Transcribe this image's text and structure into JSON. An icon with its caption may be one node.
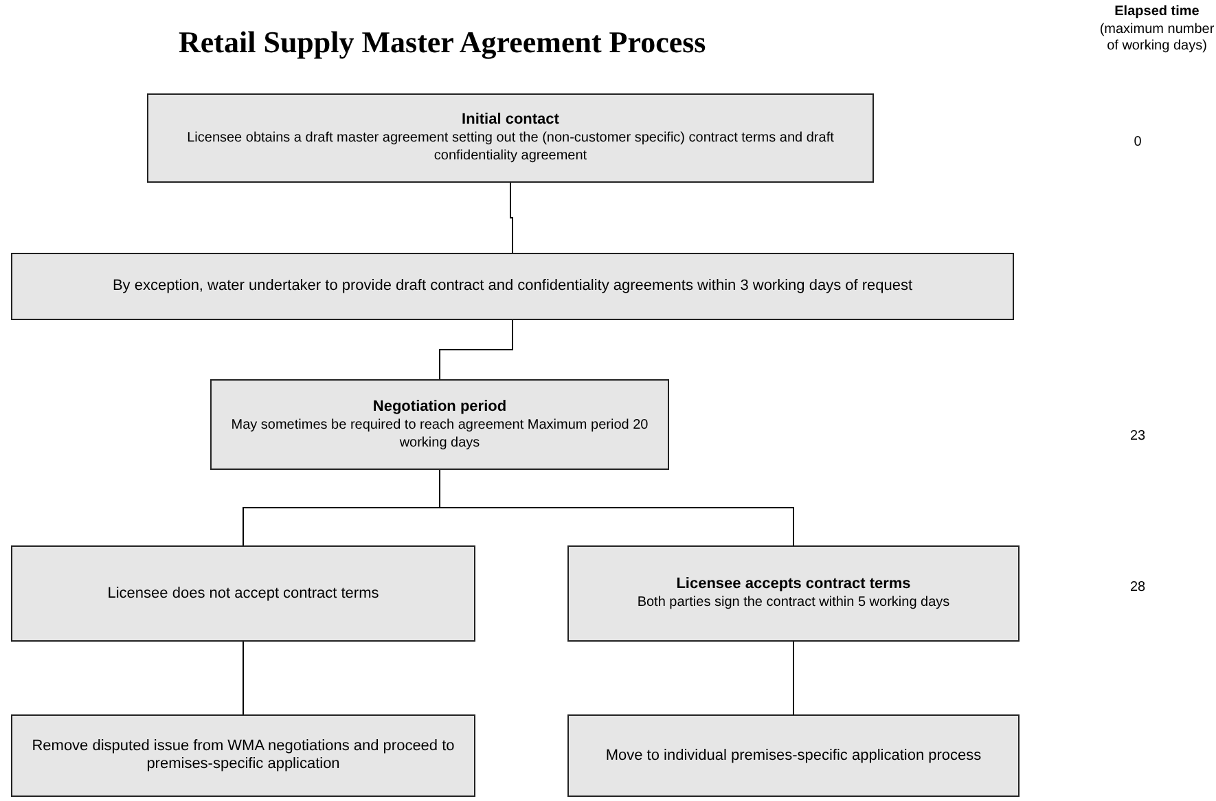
{
  "diagram": {
    "title": "Retail Supply Master Agreement Process",
    "nodes": [
      {
        "text": [
          "Initial contact",
          "Licensee obtains a draft master agreement setting out the (non-customer specific) contract terms and draft confidentiality agreement"
        ]
      },
      {
        "text": [
          "By exception, water undertaker to provide draft contract and confidentiality agreements within 3 working days of request"
        ]
      },
      {
        "text": [
          "Negotiation period",
          "May sometimes be required to reach agreement Maximum period 20 working days"
        ]
      },
      {
        "text": [
          "Licensee does not accept contract terms"
        ]
      },
      {
        "text": [
          "Licensee accepts contract terms",
          "Both parties sign the contract within 5 working days"
        ]
      },
      {
        "text": [
          "Remove disputed issue from WMA negotiations and proceed to premises-specific application"
        ]
      },
      {
        "text": [
          "Move to individual premises-specific application process"
        ]
      }
    ],
    "edges": [
      {
        "from": 0,
        "to": 1,
        "arrow": "none"
      },
      {
        "from": 1,
        "to": 2,
        "arrow": "none"
      },
      {
        "from": 2,
        "to": 3,
        "arrow": "none"
      },
      {
        "from": 2,
        "to": 4,
        "arrow": "none"
      },
      {
        "from": 3,
        "to": 5,
        "arrow": "none"
      },
      {
        "from": 4,
        "to": 6,
        "arrow": "none"
      }
    ],
    "labels": [
      "Elapsed time",
      "(maximum number of working days)",
      "0",
      "23",
      "28"
    ]
  }
}
